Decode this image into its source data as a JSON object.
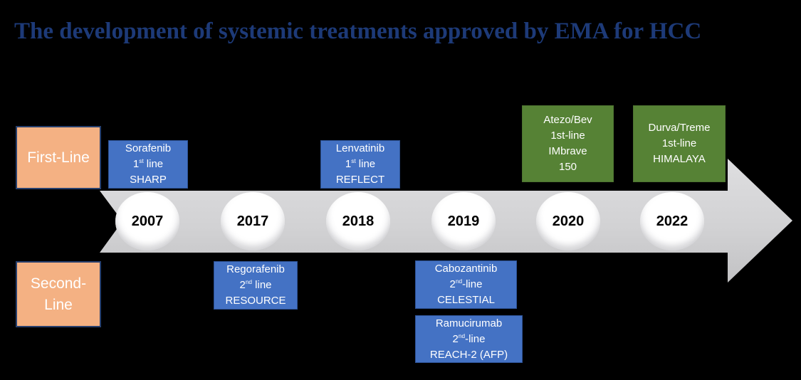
{
  "title": {
    "text": "The development of systemic treatments approved by EMA for HCC"
  },
  "timeline": {
    "years": [
      "2007",
      "2017",
      "2018",
      "2019",
      "2020",
      "2022"
    ]
  },
  "categories": {
    "first_line": {
      "lines": [
        [
          {
            "t": "First-Line"
          }
        ]
      ]
    },
    "second_line": {
      "lines": [
        [
          {
            "t": "Second-"
          }
        ],
        [
          {
            "t": "Line"
          }
        ]
      ]
    }
  },
  "treatments": {
    "first_line": [
      {
        "id": "sorafenib",
        "year": "2007",
        "lines": [
          [
            {
              "t": "Sorafenib"
            }
          ],
          [
            {
              "t": "1"
            },
            {
              "t": "st",
              "sup": true
            },
            {
              "t": " line"
            }
          ],
          [
            {
              "t": "SHARP"
            }
          ]
        ]
      },
      {
        "id": "lenvatinib",
        "year": "2018",
        "lines": [
          [
            {
              "t": "Lenvatinib"
            }
          ],
          [
            {
              "t": "1"
            },
            {
              "t": "st",
              "sup": true
            },
            {
              "t": " line"
            }
          ],
          [
            {
              "t": "REFLECT"
            }
          ]
        ]
      },
      {
        "id": "atezo-bev",
        "year": "2020",
        "lines": [
          [
            {
              "t": "Atezo/Bev"
            }
          ],
          [
            {
              "t": "1st-line"
            }
          ],
          [
            {
              "t": "IMbrave"
            }
          ],
          [
            {
              "t": "150"
            }
          ]
        ]
      },
      {
        "id": "durva-treme",
        "year": "2022",
        "lines": [
          [
            {
              "t": "Durva/Treme"
            }
          ],
          [
            {
              "t": "1st-line"
            }
          ],
          [
            {
              "t": "HIMALAYA"
            }
          ]
        ]
      }
    ],
    "second_line": [
      {
        "id": "regorafenib",
        "year": "2017",
        "lines": [
          [
            {
              "t": "Regorafenib"
            }
          ],
          [
            {
              "t": "2"
            },
            {
              "t": "nd",
              "sup": true
            },
            {
              "t": " line"
            }
          ],
          [
            {
              "t": "RESOURCE"
            }
          ]
        ]
      },
      {
        "id": "cabozantinib",
        "year": "2019",
        "lines": [
          [
            {
              "t": "Cabozantinib"
            }
          ],
          [
            {
              "t": "2"
            },
            {
              "t": "nd",
              "sup": true
            },
            {
              "t": "-line"
            }
          ],
          [
            {
              "t": "CELESTIAL"
            }
          ]
        ]
      },
      {
        "id": "ramucirumab",
        "year": "2019",
        "lines": [
          [
            {
              "t": "Ramucirumab"
            }
          ],
          [
            {
              "t": "2"
            },
            {
              "t": "nd",
              "sup": true
            },
            {
              "t": "-line"
            }
          ],
          [
            {
              "t": "REACH-2 (AFP)"
            }
          ]
        ]
      }
    ]
  },
  "colors": {
    "background": "#000000",
    "title_text": "#1d3a78",
    "arrow_gray_top": "#dedee0",
    "arrow_gray_bottom": "#c2c2c4",
    "box_blue": "#4472c4",
    "box_blue_border": "#2d5295",
    "box_orange": "#f4b183",
    "box_orange_border": "#27406e",
    "box_green": "#568235",
    "box_green_border": "#4d7330",
    "box_text": "#ffffff",
    "year_text": "#000000"
  }
}
